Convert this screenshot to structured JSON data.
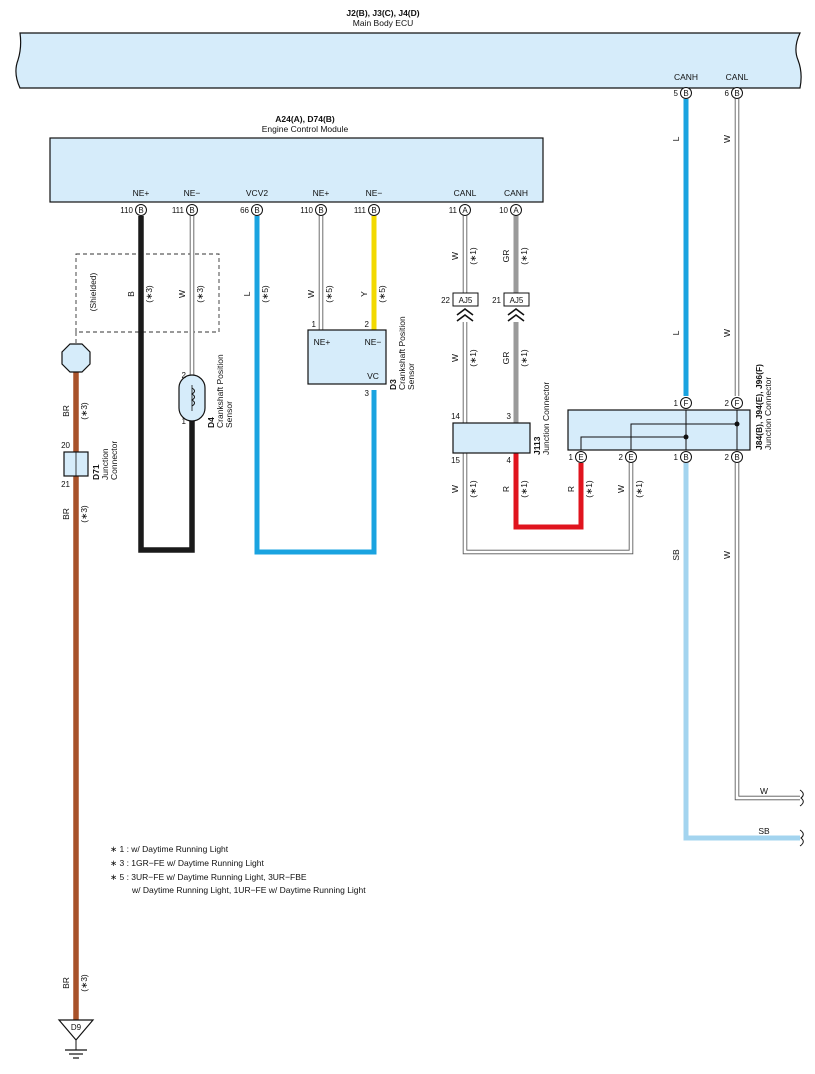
{
  "main_ecu": {
    "code": "J2(B), J3(C), J4(D)",
    "name": "Main Body ECU",
    "pins": [
      {
        "label": "CANH",
        "num": "5",
        "conn": "B"
      },
      {
        "label": "CANL",
        "num": "6",
        "conn": "B"
      }
    ]
  },
  "ecm": {
    "code": "A24(A), D74(B)",
    "name": "Engine Control Module",
    "pins": [
      {
        "label": "NE+",
        "num": "110",
        "conn": "B"
      },
      {
        "label": "NE−",
        "num": "111",
        "conn": "B"
      },
      {
        "label": "VCV2",
        "num": "66",
        "conn": "B"
      },
      {
        "label": "NE+",
        "num": "110",
        "conn": "B"
      },
      {
        "label": "NE−",
        "num": "111",
        "conn": "B"
      },
      {
        "label": "CANL",
        "num": "11",
        "conn": "A"
      },
      {
        "label": "CANH",
        "num": "10",
        "conn": "A"
      }
    ]
  },
  "d4": {
    "code": "D4",
    "name1": "Crankshaft Position",
    "name2": "Sensor",
    "pin_top": "2",
    "pin_bottom": "1"
  },
  "d3": {
    "code": "D3",
    "name1": "Crankshaft Position",
    "name2": "Sensor",
    "pin_ne_plus_num": "1",
    "pin_ne_minus_num": "2",
    "pin_vc_num": "3",
    "pin_ne_plus": "NE+",
    "pin_ne_minus": "NE−",
    "pin_vc": "VC"
  },
  "d71": {
    "code": "D71",
    "name1": "Junction",
    "name2": "Connector",
    "pin_top": "20",
    "pin_bottom": "21"
  },
  "j113": {
    "code": "J113",
    "name": "Junction Connector",
    "pin_14": "14",
    "pin_3": "3",
    "pin_15": "15",
    "pin_4": "4"
  },
  "j84": {
    "code": "J84(B), J94(E), J96(F)",
    "name": "Junction Connector",
    "top_pins": [
      {
        "num": "1",
        "conn": "F"
      },
      {
        "num": "2",
        "conn": "F"
      }
    ],
    "bottom_pins": [
      {
        "num": "1",
        "conn": "E"
      },
      {
        "num": "2",
        "conn": "E"
      },
      {
        "num": "1",
        "conn": "B"
      },
      {
        "num": "2",
        "conn": "B"
      }
    ]
  },
  "aj5": [
    {
      "num": "22",
      "name": "AJ5"
    },
    {
      "num": "21",
      "name": "AJ5"
    }
  ],
  "shielded": "(Shielded)",
  "ground": "D9",
  "wire_labels": {
    "b": "B",
    "w": "W",
    "l": "L",
    "y": "Y",
    "gr": "GR",
    "br": "BR",
    "r": "R",
    "sb": "SB",
    "n1": "(∗1)",
    "n3": "(∗3)",
    "n5": "(∗5)"
  },
  "notes": [
    "∗ 1 : w/ Daytime Running Light",
    "∗ 3 : 1GR−FE w/ Daytime Running Light",
    "∗ 5 : 3UR−FE w/ Daytime Running Light,   3UR−FBE",
    "w/ Daytime Running Light,   1UR−FE w/ Daytime Running Light"
  ],
  "colors": {
    "ecu_fill": "#d6ecfa",
    "black": "#1a1a1a",
    "blue": "#1aa3e0",
    "yellow": "#f2d900",
    "gray": "#9a9a9a",
    "brown": "#a8522a",
    "red": "#e0141e",
    "sky": "#a3d4ef"
  }
}
